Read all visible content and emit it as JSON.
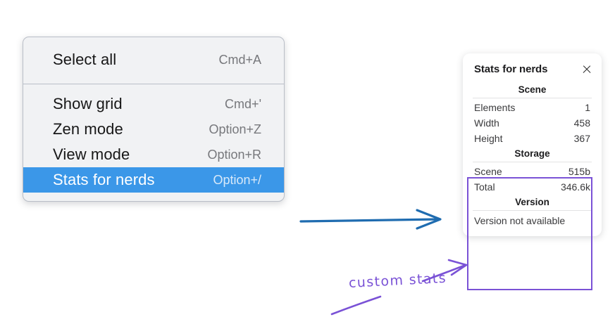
{
  "context_menu": {
    "sections": [
      {
        "items": [
          {
            "label": "Select all",
            "shortcut": "Cmd+A",
            "selected": false
          }
        ]
      },
      {
        "items": [
          {
            "label": "Show grid",
            "shortcut": "Cmd+'",
            "selected": false
          },
          {
            "label": "Zen mode",
            "shortcut": "Option+Z",
            "selected": false
          },
          {
            "label": "View mode",
            "shortcut": "Option+R",
            "selected": false
          },
          {
            "label": "Stats for nerds",
            "shortcut": "Option+/",
            "selected": true
          }
        ]
      }
    ]
  },
  "stats_panel": {
    "title": "Stats for nerds",
    "close_icon": "close-icon",
    "sections": [
      {
        "heading": "Scene",
        "rows": [
          {
            "key": "Elements",
            "value": "1"
          },
          {
            "key": "Width",
            "value": "458"
          },
          {
            "key": "Height",
            "value": "367"
          }
        ]
      },
      {
        "heading": "Storage",
        "rows": [
          {
            "key": "Scene",
            "value": "515b"
          },
          {
            "key": "Total",
            "value": "346.6k"
          }
        ]
      },
      {
        "heading": "Version",
        "single": "Version not available"
      }
    ]
  },
  "annotations": {
    "handwritten_label": "custom stats",
    "blue_arrow_color": "#1f6cb0",
    "purple_color": "#7a52d6",
    "selection_color": "#3b97e8"
  }
}
